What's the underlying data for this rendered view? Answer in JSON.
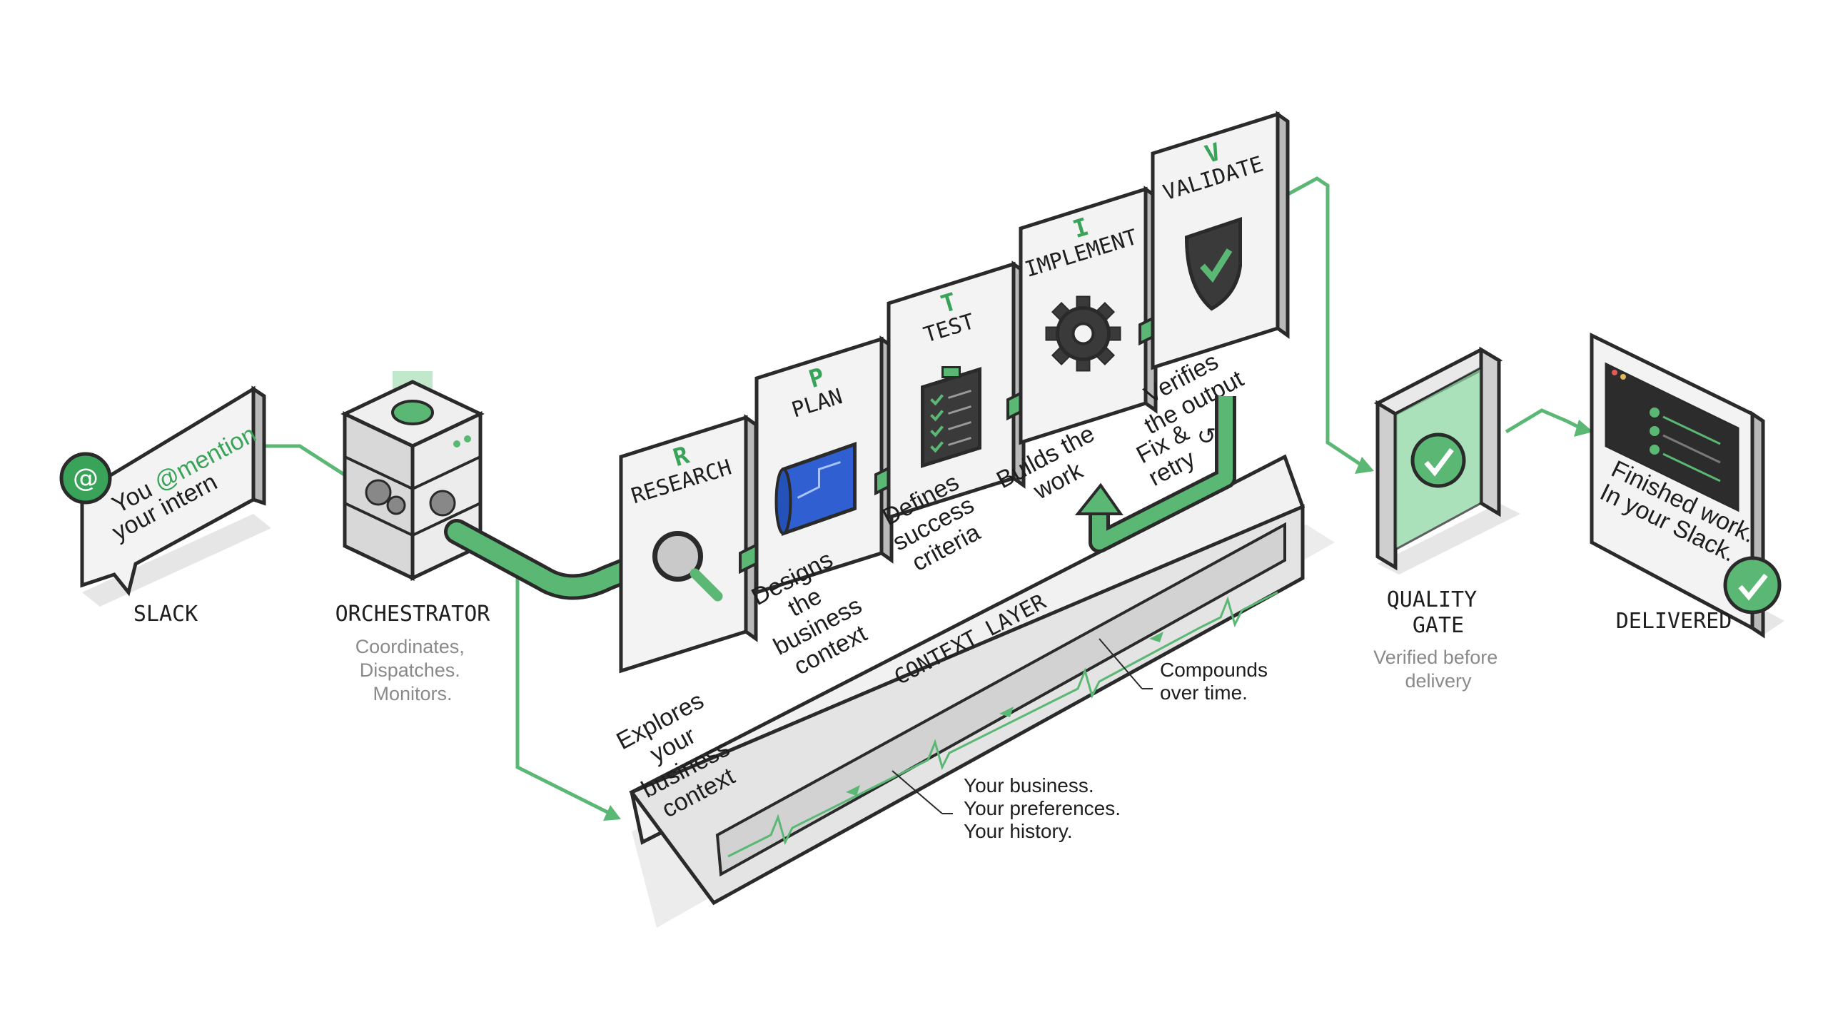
{
  "slack": {
    "bubble_line1_prefix": "You ",
    "bubble_mention": "@mention",
    "bubble_line2": "your intern",
    "caption": "SLACK"
  },
  "orchestrator": {
    "caption": "ORCHESTRATOR",
    "sub": [
      "Coordinates,",
      "Dispatches.",
      "Monitors."
    ]
  },
  "stages": [
    {
      "letter": "R",
      "title": "RESEARCH",
      "icon": "magnifier-icon",
      "desc": [
        "Explores",
        "your",
        "business",
        "context"
      ]
    },
    {
      "letter": "P",
      "title": "PLAN",
      "icon": "blueprint-icon",
      "desc": [
        "Designs",
        "the",
        "business",
        "context"
      ]
    },
    {
      "letter": "T",
      "title": "TEST",
      "icon": "clipboard-checklist-icon",
      "desc": [
        "Defines",
        "success",
        "criteria"
      ]
    },
    {
      "letter": "I",
      "title": "IMPLEMENT",
      "icon": "gear-icon",
      "desc": [
        "Builds the",
        "work"
      ]
    },
    {
      "letter": "V",
      "title": "VALIDATE",
      "icon": "shield-check-icon",
      "desc": [
        "Verifies",
        "the output"
      ]
    }
  ],
  "retry": {
    "label": [
      "Fix &",
      "retry"
    ],
    "icon": "retry-icon"
  },
  "context_layer": {
    "title": "CONTEXT LAYER",
    "note_compounds": [
      "Compounds",
      "over time."
    ],
    "note_your": [
      "Your business.",
      "Your preferences.",
      "Your history."
    ]
  },
  "quality_gate": {
    "caption": [
      "QUALITY",
      "GATE"
    ],
    "sub": [
      "Verified before",
      "delivery"
    ],
    "icon": "check-circle-icon"
  },
  "delivered": {
    "screen_text": [
      "Finished work.",
      "In your Slack."
    ],
    "caption": "DELIVERED",
    "icon": "check-badge-icon"
  },
  "colors": {
    "accent": "#5bb774",
    "accent_dark": "#2f8a4a",
    "line": "#2a2a2a",
    "panel": "#f3f3f3",
    "blueprint": "#2f5fd0"
  }
}
